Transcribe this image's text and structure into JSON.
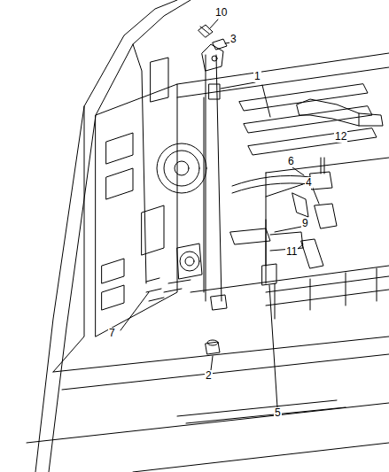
{
  "diagram": {
    "labels": [
      "10",
      "3",
      "1",
      "12",
      "6",
      "4",
      "9",
      "11",
      "7",
      "2",
      "5"
    ]
  }
}
